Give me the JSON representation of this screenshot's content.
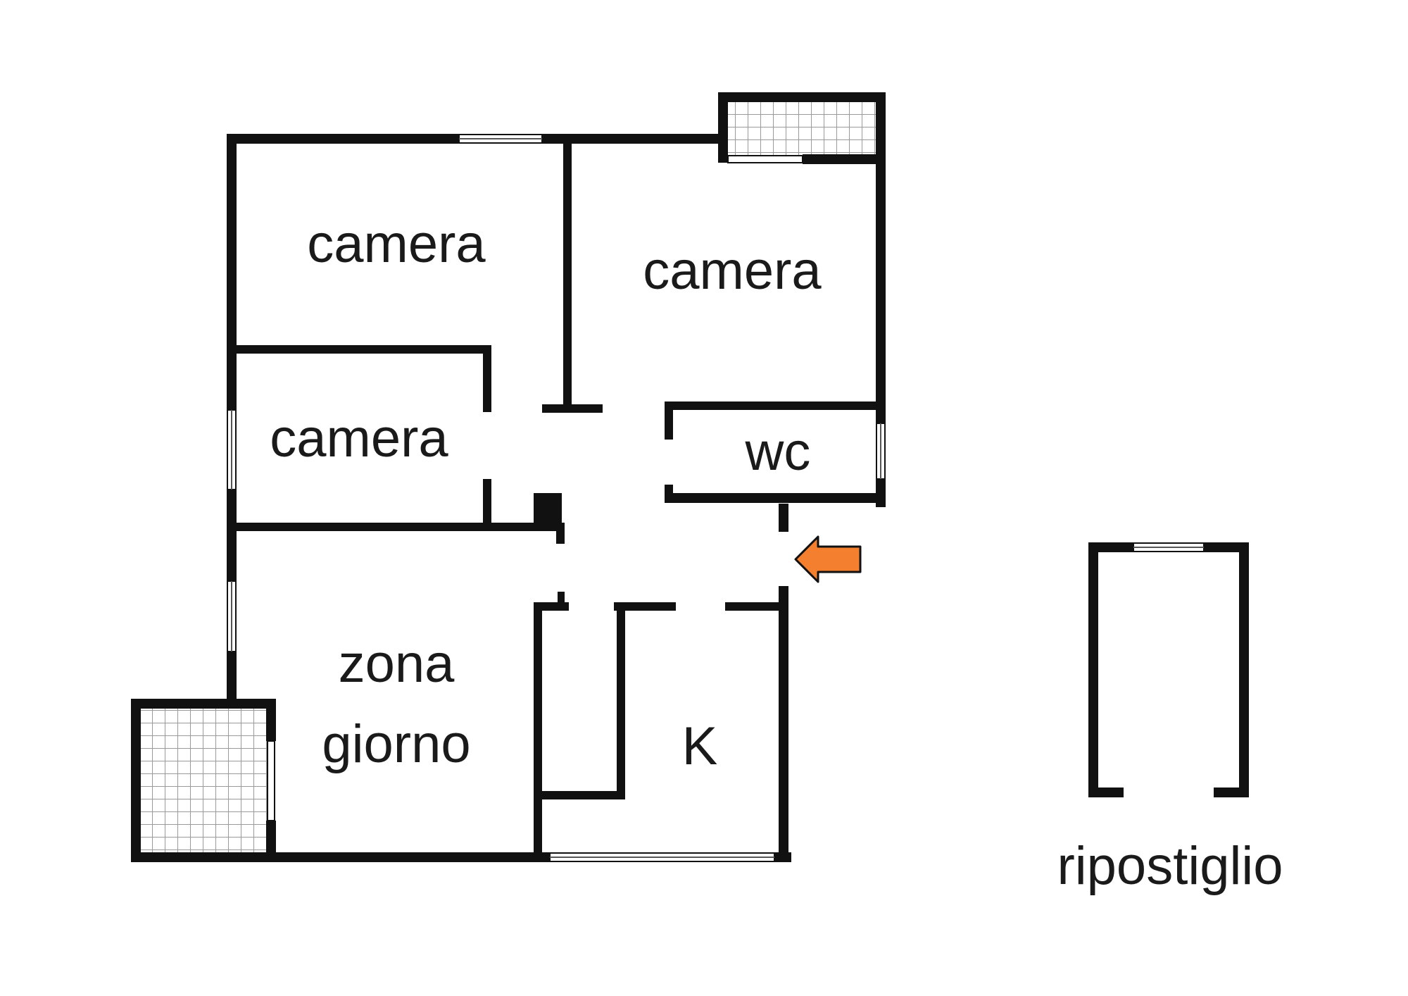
{
  "rooms": {
    "camera_top_left": "camera",
    "camera_top_right": "camera",
    "camera_middle_left": "camera",
    "wc": "wc",
    "zona_line1": "zona",
    "zona_line2": "giorno",
    "kitchen": "K",
    "storage": "ripostiglio"
  },
  "colors": {
    "wall": "#111111",
    "entrance_arrow": "#f47f2f",
    "balcony_grid": "#9a9a9a",
    "background": "#ffffff"
  },
  "icons": {
    "entrance": "arrow-left-icon"
  }
}
